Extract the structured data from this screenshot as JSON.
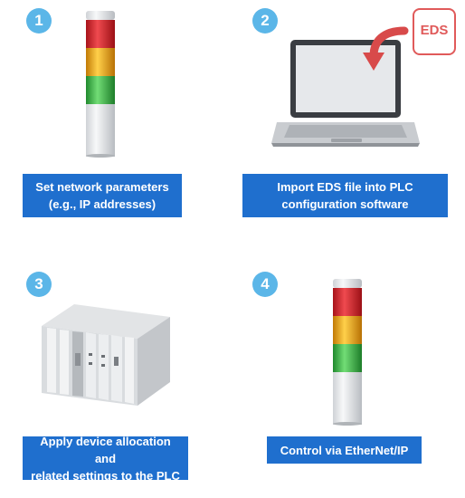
{
  "steps": [
    {
      "number": "1",
      "caption": "Set network parameters\n(e.g., IP addresses)",
      "icon": "signal-tower-icon"
    },
    {
      "number": "2",
      "caption": "Import EDS file into PLC\nconfiguration software",
      "icon": "laptop-icon",
      "file_label": "EDS"
    },
    {
      "number": "3",
      "caption": "Apply device allocation and\nrelated settings to the PLC",
      "icon": "plc-rack-icon"
    },
    {
      "number": "4",
      "caption": "Control via EtherNet/IP",
      "icon": "signal-tower-icon"
    }
  ],
  "colors": {
    "badge": "#5bb6e8",
    "caption_bg": "#1f6fce",
    "eds_accent": "#e05a5a",
    "tower_red": "#d8242b",
    "tower_yellow": "#f0b012",
    "tower_green": "#3db84a"
  }
}
